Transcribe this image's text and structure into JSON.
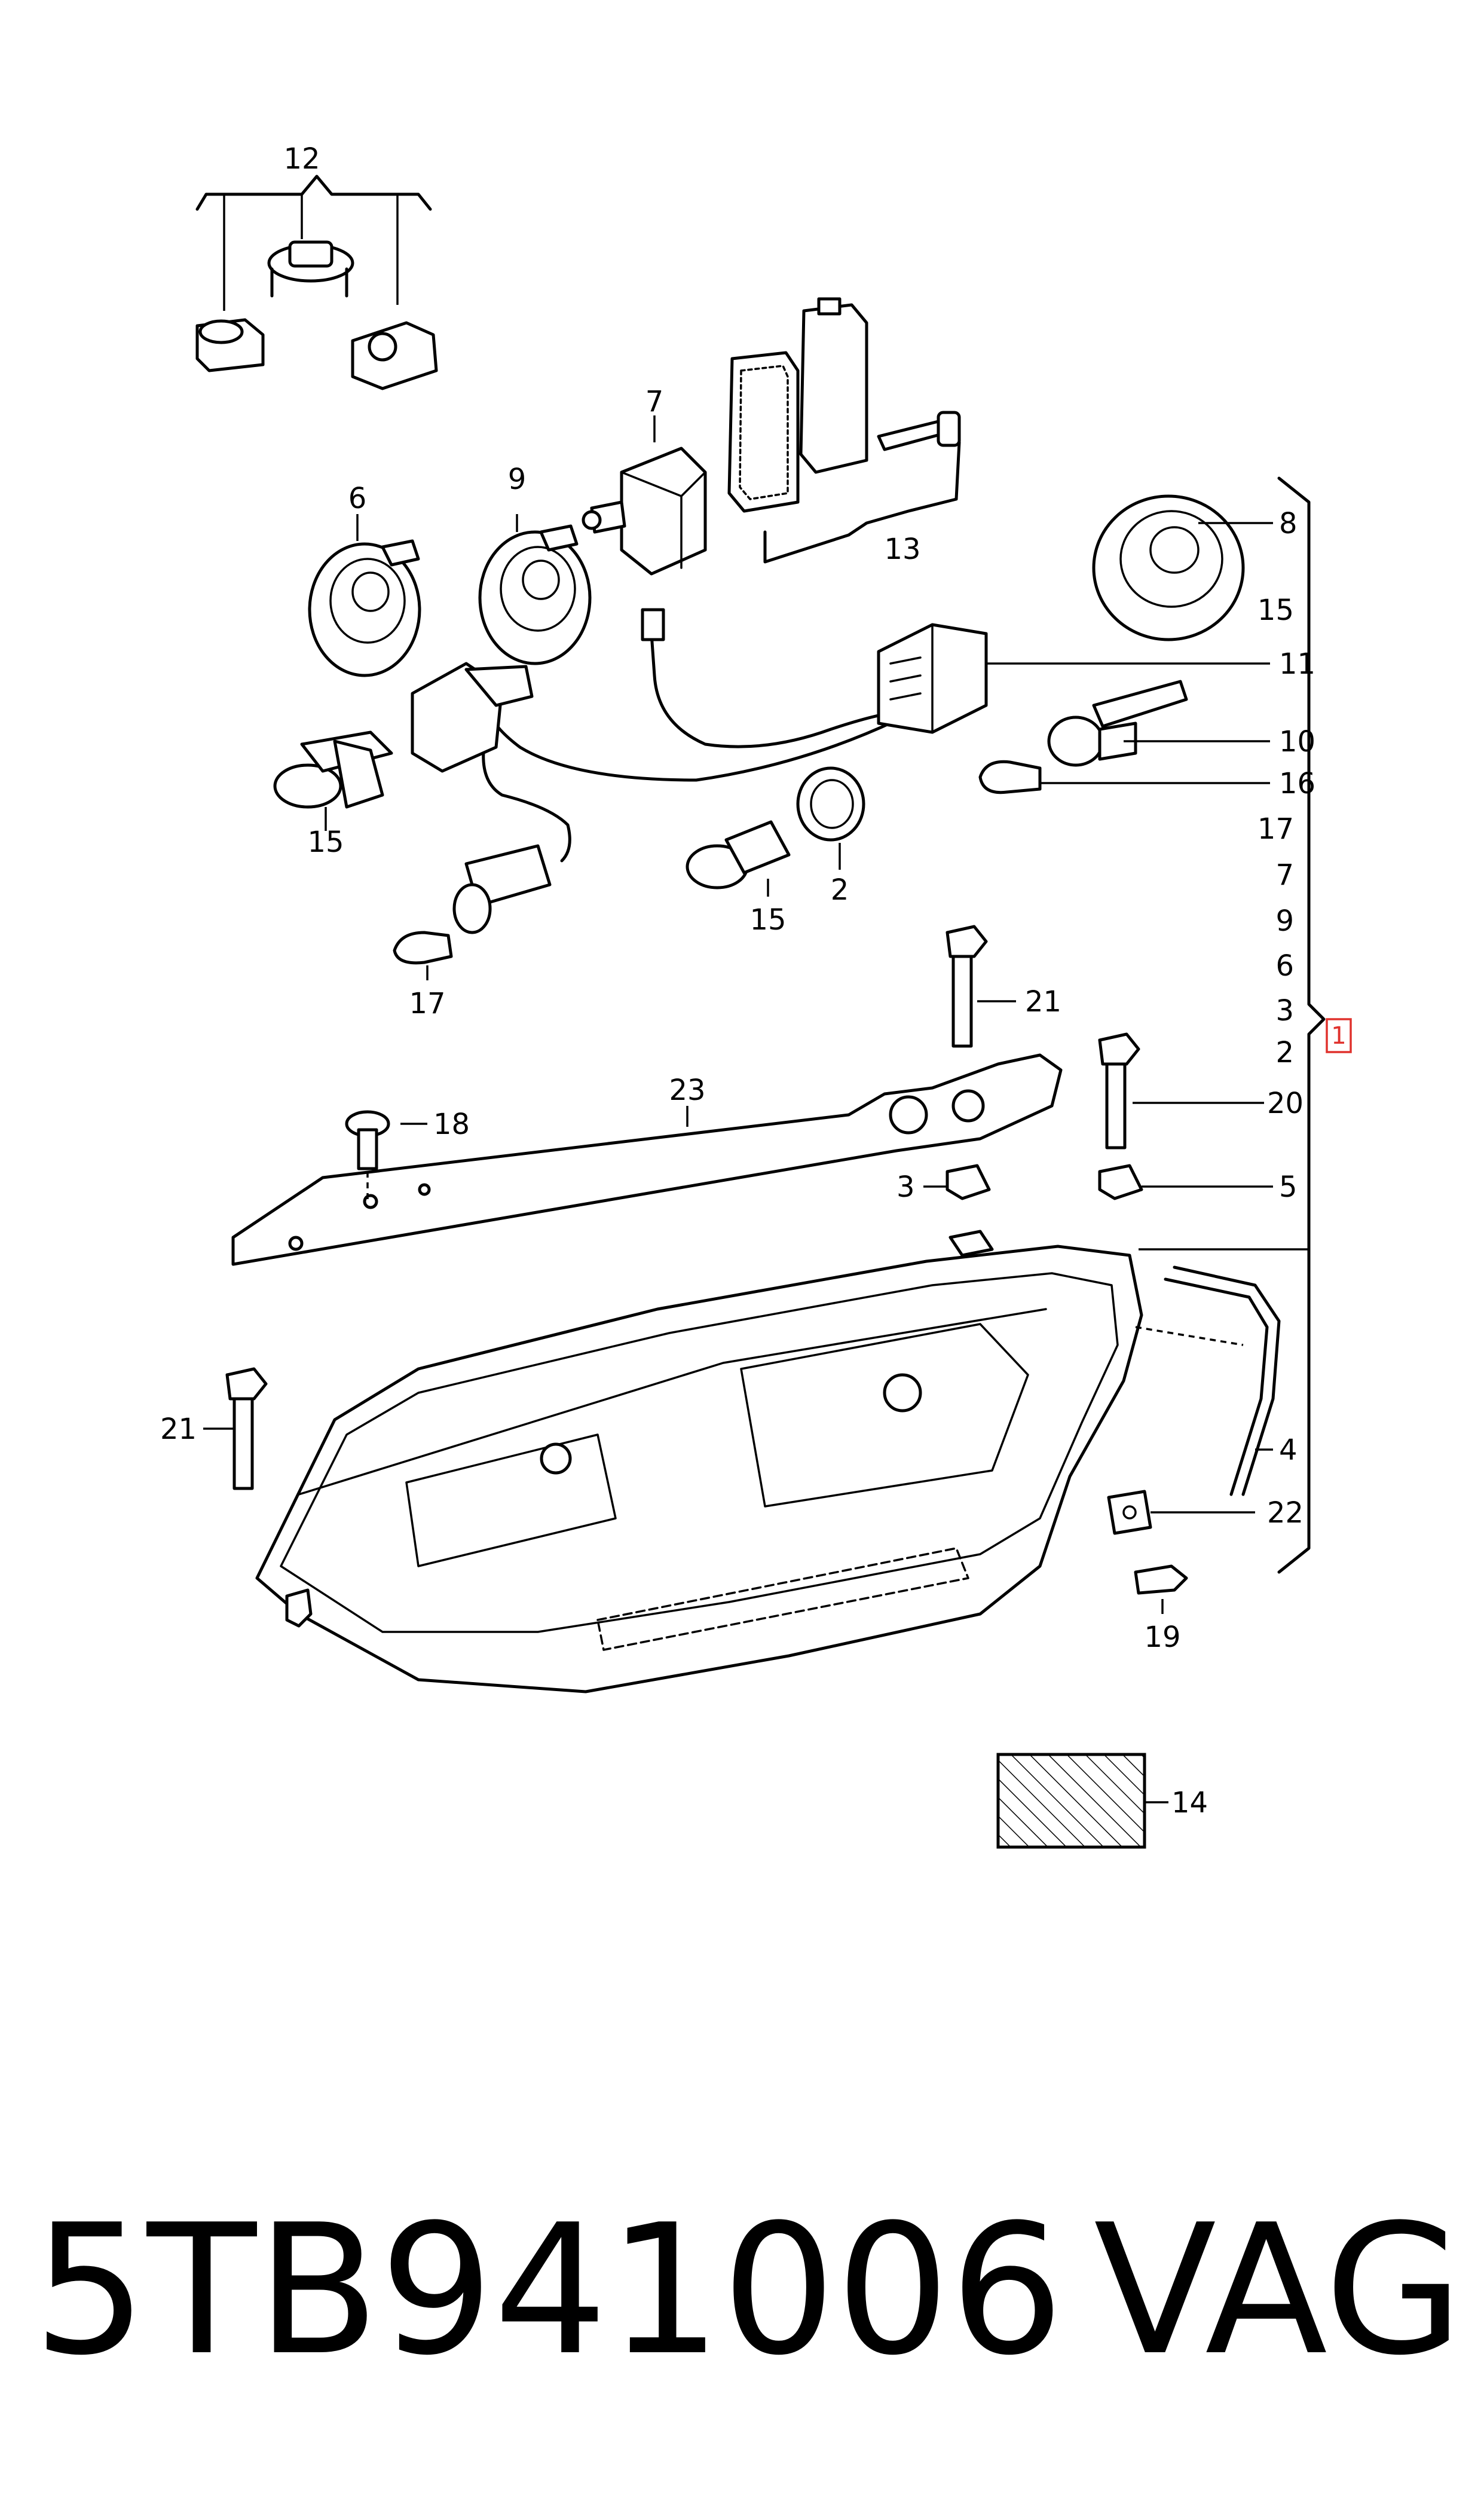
{
  "callouts": {
    "c1": "1",
    "c2": "2",
    "c3": "3",
    "c4": "4",
    "c5": "5",
    "c6": "6",
    "c7": "7",
    "c8": "8",
    "c9": "9",
    "c10": "10",
    "c11": "11",
    "c12": "12",
    "c13": "13",
    "c14": "14",
    "c15": "15",
    "c16": "16",
    "c17": "17",
    "c18": "18",
    "c19": "19",
    "c20": "20",
    "c21": "21",
    "c22": "22",
    "c23": "23"
  },
  "assembly_list": [
    "15",
    "17",
    "7",
    "9",
    "6",
    "3",
    "2"
  ],
  "footer": {
    "part_number": "5TB941006",
    "brand": "VAG"
  },
  "colors": {
    "line": "#000000",
    "highlight": "#e0322d",
    "background": "#ffffff"
  }
}
